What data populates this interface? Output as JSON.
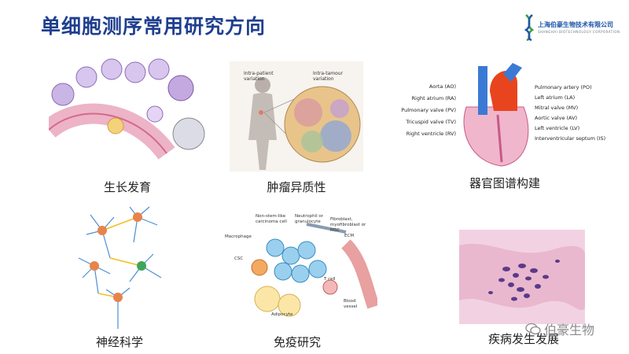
{
  "header": {
    "title": "单细胞测序常用研究方向",
    "logo_name": "上海伯豪生物技术有限公司",
    "logo_sub": "SHANGHAI BIOTECHNOLOGY CORPORATION"
  },
  "panels": [
    {
      "caption": "生长发育"
    },
    {
      "caption": "肿瘤异质性",
      "labels": [
        "Intra-patient variation",
        "Intra-tamour variation"
      ]
    },
    {
      "caption": "器官图谱构建",
      "labels_left": [
        "Aorta (AO)",
        "Right atrium (RA)",
        "Pulmonary valve (PV)",
        "Tricuspid valve (TV)",
        "Right ventricle (RV)"
      ],
      "labels_right": [
        "Pulmonary artery (PO)",
        "Left atrium (LA)",
        "Mitral valve (MV)",
        "Aortic valve (AV)",
        "Left ventricle (LV)",
        "Interventricular septum (IS)"
      ]
    },
    {
      "caption": "神经科学"
    },
    {
      "caption": "免疫研究",
      "labels": [
        "Non-stem-like carcinoma cell",
        "Neutrophil or granulocyte",
        "Fibroblast, myofibroblast or MSC",
        "Macrophage",
        "ECM",
        "CSC",
        "T cell",
        "Blood vessel",
        "Adipocyte"
      ]
    },
    {
      "caption": "疾病发生发展"
    }
  ],
  "watermark": {
    "text": "伯豪生物"
  }
}
